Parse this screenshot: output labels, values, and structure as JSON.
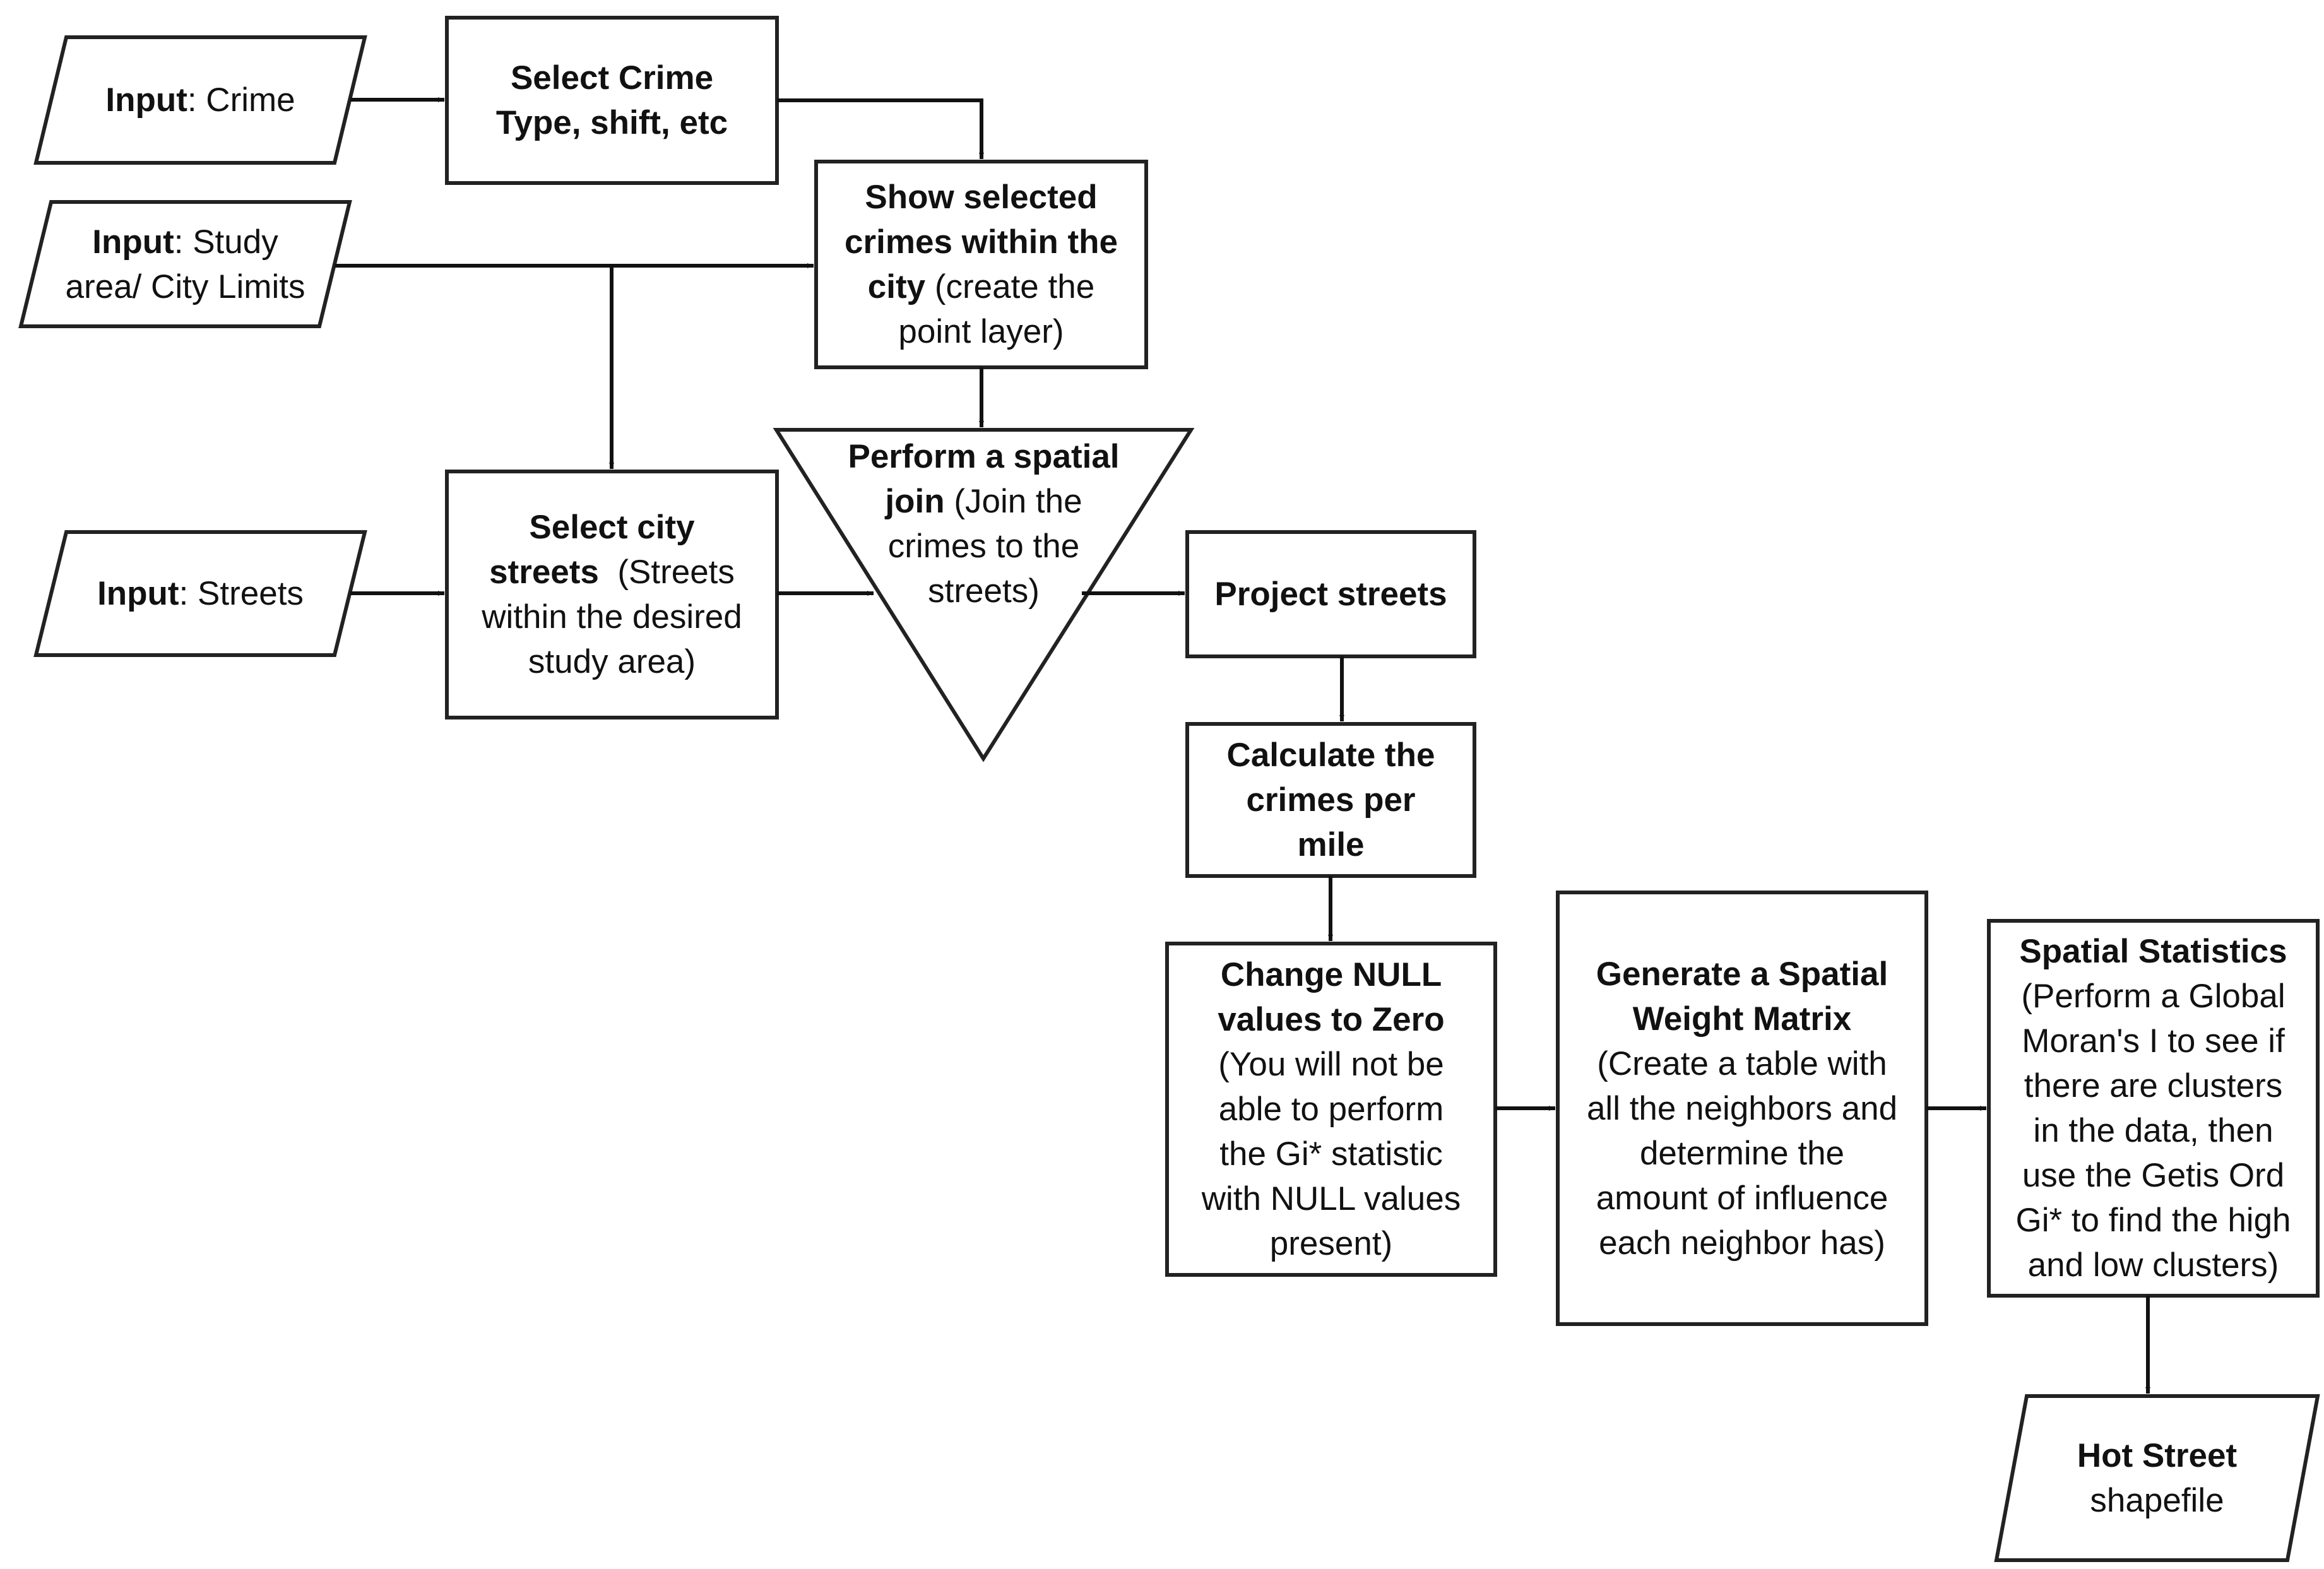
{
  "nodes": {
    "input_crime": {
      "bold": "Input",
      "rest": ": Crime"
    },
    "select_crime": {
      "lines": [
        "Select Crime",
        "Type, shift, etc"
      ]
    },
    "input_study": {
      "bold": "Input",
      "rest1": ": Study",
      "line2": "area/ City Limits"
    },
    "show_selected": {
      "bold1": "Show selected",
      "bold2": "crimes within the",
      "bold3": "city",
      "rest3": " (create the",
      "line4": "point layer)"
    },
    "perform_join": {
      "bold1": "Perform a spatial",
      "bold2": "join",
      "rest2": " (Join the",
      "line3": "crimes to the",
      "line4": "streets)"
    },
    "input_streets": {
      "bold": "Input",
      "rest": ": Streets"
    },
    "select_streets": {
      "bold1": "Select city",
      "bold2": "streets",
      "rest2": "  (Streets",
      "line3": "within the desired",
      "line4": "study area)"
    },
    "project_streets": {
      "bold": "Project streets"
    },
    "calc_crimes": {
      "lines": [
        "Calculate the",
        "crimes per",
        "mile"
      ]
    },
    "change_null": {
      "bold1": "Change NULL",
      "bold2": "values to Zero",
      "lines": [
        "(You will not be",
        "able to perform",
        "the Gi* statistic",
        "with NULL values",
        "present)"
      ]
    },
    "spatial_weight": {
      "bold1": "Generate a Spatial",
      "bold2": "Weight Matrix",
      "lines": [
        "(Create a table with",
        "all the neighbors and",
        "determine the",
        "amount of influence",
        "each neighbor has)"
      ]
    },
    "spatial_stats": {
      "bold": "Spatial Statistics",
      "lines": [
        "(Perform a Global",
        "Moran's I to see if",
        "there are clusters",
        "in the data, then",
        "use the Getis Ord",
        "Gi* to find the high",
        "and low clusters)"
      ]
    },
    "hot_street": {
      "bold": "Hot Street",
      "rest": "shapefile"
    }
  },
  "edges": [
    [
      "input_crime",
      "select_crime"
    ],
    [
      "select_crime",
      "show_selected"
    ],
    [
      "input_study",
      "show_selected"
    ],
    [
      "input_study",
      "select_streets"
    ],
    [
      "show_selected",
      "perform_join"
    ],
    [
      "input_streets",
      "select_streets"
    ],
    [
      "select_streets",
      "perform_join"
    ],
    [
      "perform_join",
      "project_streets"
    ],
    [
      "project_streets",
      "calc_crimes"
    ],
    [
      "calc_crimes",
      "change_null"
    ],
    [
      "change_null",
      "spatial_weight"
    ],
    [
      "spatial_weight",
      "spatial_stats"
    ],
    [
      "spatial_stats",
      "hot_street"
    ]
  ]
}
